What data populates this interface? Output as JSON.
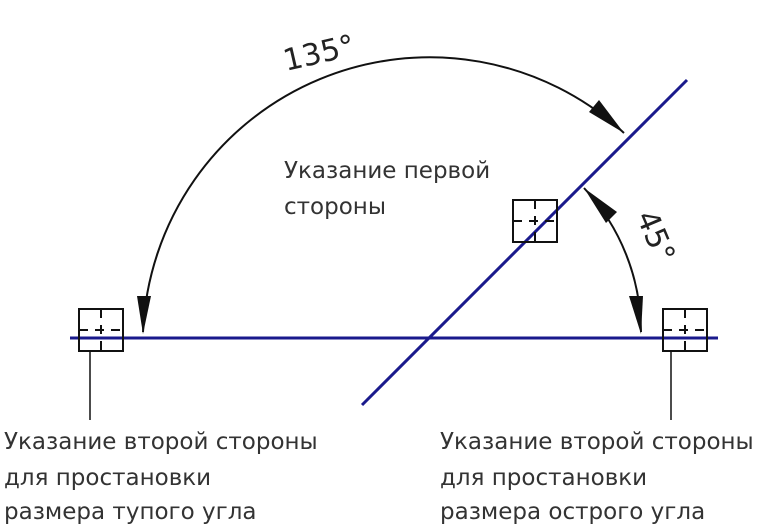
{
  "angles": {
    "obtuse_label": "135°",
    "acute_label": "45°"
  },
  "captions": {
    "first_side": [
      "Указание первой",
      "стороны"
    ],
    "second_side_obtuse": [
      "Указание второй стороны",
      "для простановки",
      "размера тупого угла"
    ],
    "second_side_acute": [
      "Указание второй стороны",
      "для простановки",
      "размера острого угла"
    ]
  },
  "colors": {
    "line": "#1a1a8c",
    "annotation": "#111111",
    "text": "#333333"
  }
}
